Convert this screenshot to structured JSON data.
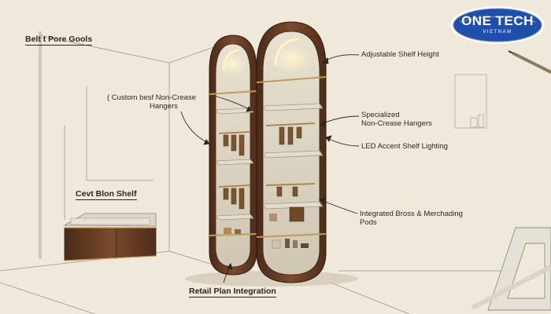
{
  "brand": {
    "logo_name": "ONE TECH",
    "logo_sub": "VIETNAM",
    "logo_color": "#1f4fa8"
  },
  "labels": {
    "belt_pore_goods": "Belt t Pore Gools",
    "custom_hangers_line1": "( Custom besf Non-Crease",
    "custom_hangers_line2": "Hangers",
    "cevt_blon_shelf": "Cevt Blon Shelf",
    "adjustable_shelf_height": "Adjustable Shelf Height",
    "specialized_line1": "Specialized",
    "specialized_line2": "Non-Crease Hangers",
    "led_lighting": "LED Accent Shelf Lighting",
    "integrated_line1": "Integrated Bross & Merchading",
    "integrated_line2": "Pods",
    "retail_plan": "Retail Plan Integration"
  },
  "colors": {
    "paper": "#efe9dc",
    "wood": "#6b3f26",
    "wood_dark": "#4a2a18",
    "brass": "#c19a55",
    "glass": "#d9d3c6",
    "glow": "#fff3c8"
  }
}
